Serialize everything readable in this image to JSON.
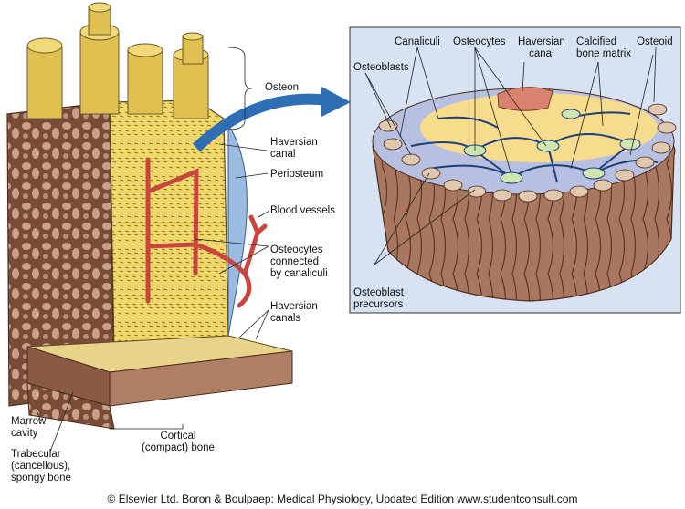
{
  "left_labels": {
    "osteon": "Osteon",
    "haversian_canal": "Haversian\ncanal",
    "periosteum": "Periosteum",
    "blood_vessels": "Blood vessels",
    "osteocytes_canaliculi": "Osteocytes\nconnected\nby canaliculi",
    "haversian_canals": "Haversian\ncanals",
    "marrow_cavity": "Marrow\ncavity",
    "trabecular_bone": "Trabecular\n(cancellous),\nspongy bone",
    "cortical_bone": "Cortical\n(compact) bone"
  },
  "inset_labels": {
    "canaliculi": "Canaliculi",
    "osteocytes": "Osteocytes",
    "haversian_canal": "Haversian\ncanal",
    "calcified_bone_matrix": "Calcified\nbone matrix",
    "osteoid": "Osteoid",
    "osteoblasts": "Osteoblasts",
    "osteoblast_precursors": "Osteoblast\nprecursors"
  },
  "footer": {
    "copyright": "© Elsevier Ltd. Boron & Boulpaep: Medical Physiology, Updated Edition   www.studentconsult.com"
  },
  "colors": {
    "bone_brown": "#8a5a44",
    "bone_light": "#c69a82",
    "compact_yellow": "#f2d86a",
    "osteon_gold": "#e0c050",
    "vessel_red": "#c9463e",
    "inset_bg": "#d7e3f2",
    "matrix_yellow": "#f7dc8e",
    "cell_green": "#cfe6b0",
    "canaliculi_blue": "#1f3f7a",
    "arrow_blue": "#2f6db5"
  }
}
